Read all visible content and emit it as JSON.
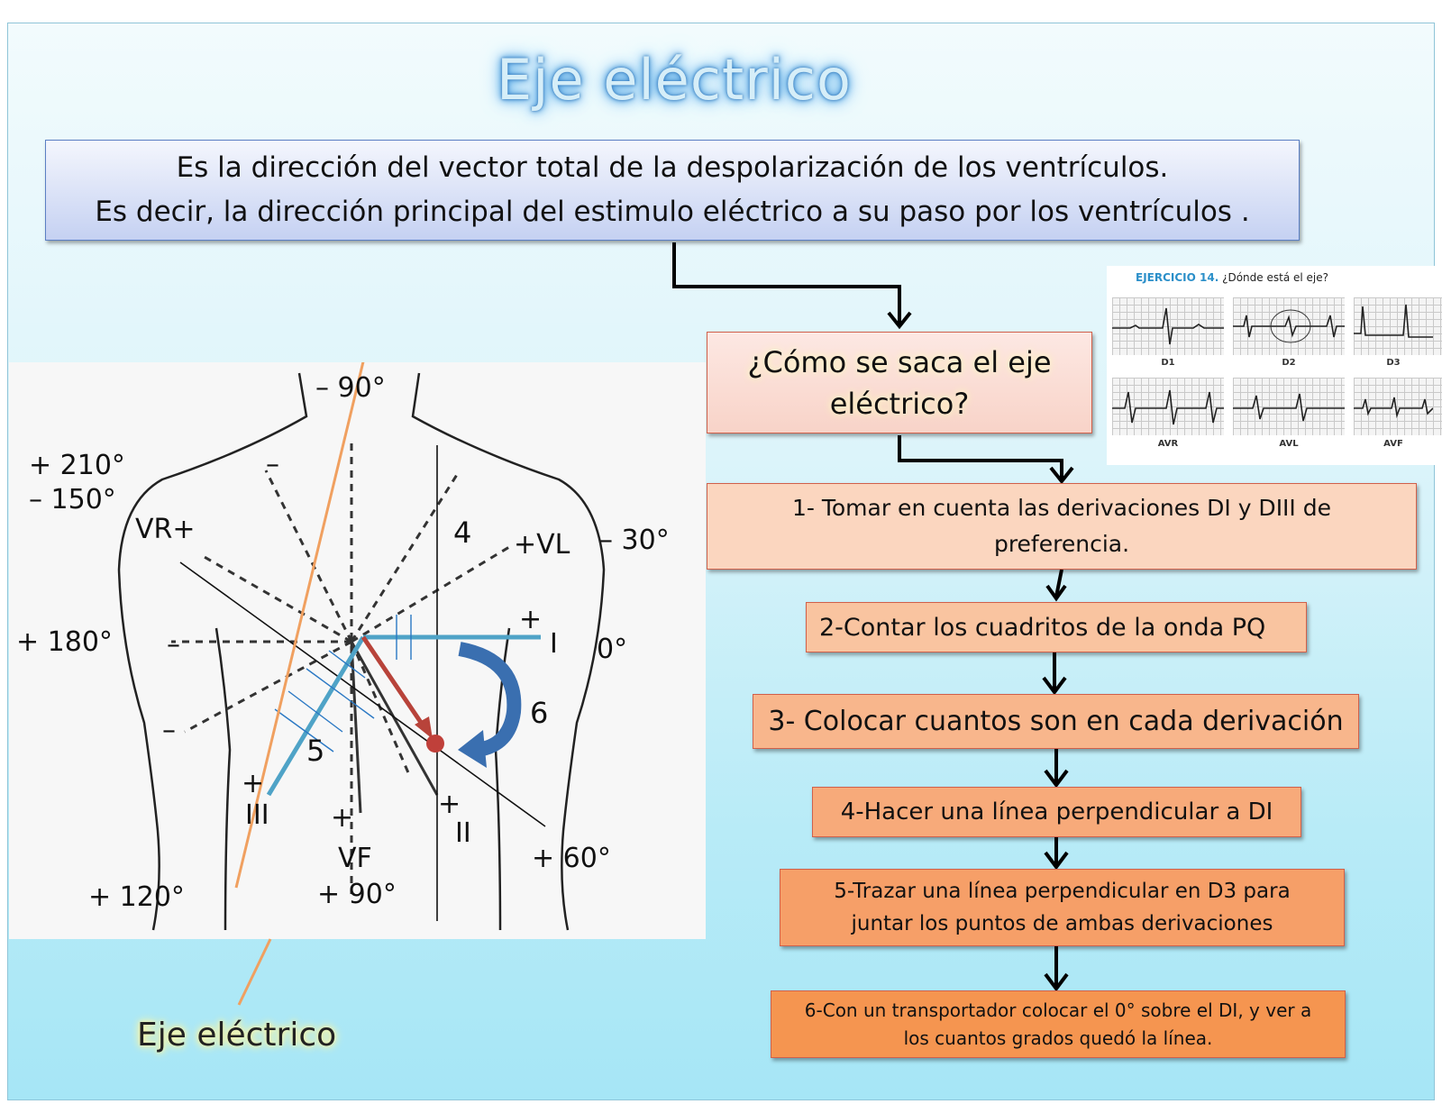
{
  "title": "Eje eléctrico",
  "definition": {
    "line1": "Es  la dirección del vector total de la despolarización de los ventrículos.",
    "line2": "Es decir, la dirección principal del estimulo eléctrico a su paso por los ventrículos ."
  },
  "question": {
    "line1": "¿Cómo se saca el eje",
    "line2": "eléctrico?"
  },
  "steps": [
    {
      "line1": "1- Tomar en cuenta las derivaciones DI y DIII de",
      "line2": "preferencia."
    },
    {
      "line1": "2-Contar los cuadritos de la onda PQ"
    },
    {
      "line1": "3- Colocar cuantos son en cada derivación"
    },
    {
      "line1": "4-Hacer una línea perpendicular  a DI"
    },
    {
      "line1": "5-Trazar una línea perpendicular  en D3  para",
      "line2": "juntar los puntos de ambas derivaciones"
    },
    {
      "line1": "6-Con un transportador colocar el 0° sobre el DI, y ver a",
      "line2": "los cuantos grados quedó la línea."
    }
  ],
  "ekg_panel": {
    "title_bold": "EJERCICIO 14.",
    "title_rest": "¿Dónde está el eje?",
    "leads": [
      "D1",
      "D2",
      "D3",
      "AVR",
      "AVL",
      "AVF"
    ]
  },
  "diagram": {
    "angles": {
      "minus90": "– 90°",
      "plus210": "+ 210°",
      "minus150": "– 150°",
      "minus30": "– 30°",
      "plus180": "+ 180°",
      "zero": "0°",
      "plus120": "+ 120°",
      "plus90": "+ 90°",
      "plus60": "+ 60°"
    },
    "leads": {
      "vr": "VR+",
      "vl": "+VL",
      "one": "I",
      "two": "II",
      "three": "III",
      "vf": "VF"
    },
    "signs": {
      "plus": "+",
      "minus": "–"
    },
    "markers": {
      "four": "4",
      "five": "5",
      "six": "6"
    },
    "caption": "Eje eléctrico"
  },
  "colors": {
    "lead_line": "#4fa3c7",
    "axis_arrow": "#b8433a",
    "curved_arrow": "#3a6fb0",
    "pointer_arrow": "#f0a060"
  }
}
